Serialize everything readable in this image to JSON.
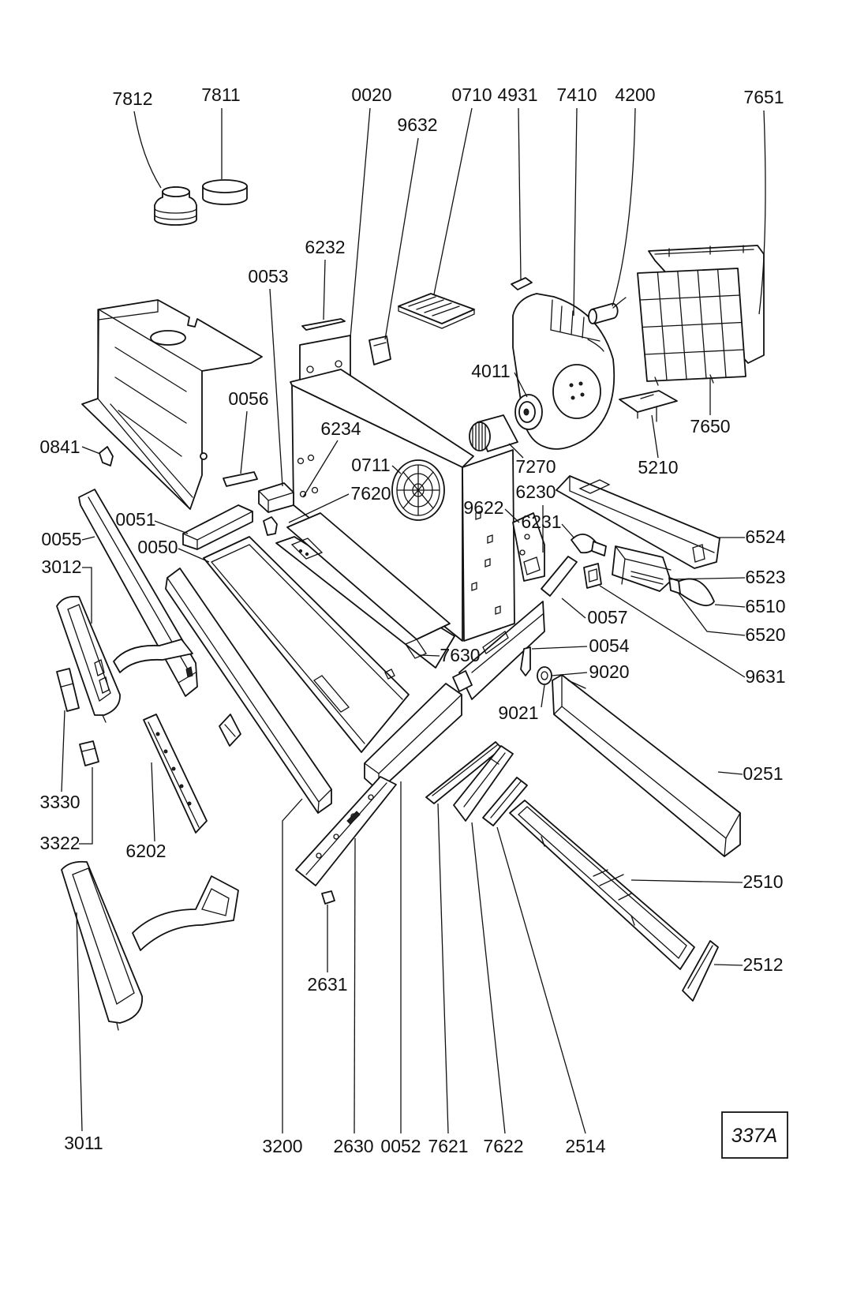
{
  "callouts": [
    "7812",
    "7811",
    "0020",
    "0710",
    "4931",
    "7410",
    "4200",
    "7651",
    "9632",
    "6232",
    "0053",
    "0056",
    "6234",
    "4011",
    "7650",
    "0841",
    "0711",
    "7270",
    "5210",
    "7620",
    "6230",
    "9622",
    "6231",
    "0051",
    "0055",
    "6524",
    "0050",
    "3012",
    "6523",
    "6510",
    "0057",
    "6520",
    "7630",
    "0054",
    "9020",
    "9631",
    "9021",
    "0251",
    "3330",
    "3322",
    "6202",
    "2510",
    "2512",
    "2631",
    "3011",
    "3200",
    "2630",
    "0052",
    "7621",
    "7622",
    "2514"
  ],
  "figure_id": "337A"
}
